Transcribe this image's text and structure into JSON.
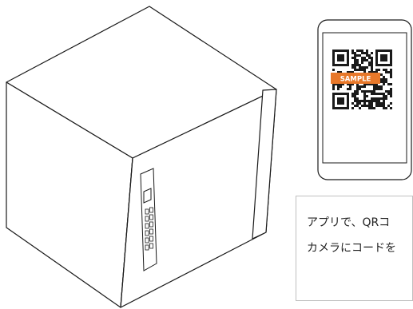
{
  "qr_overlay_label": "SAMPLE",
  "caption": {
    "line1": "アプリで、QRコ",
    "line2": "カメラにコードを"
  },
  "colors": {
    "stroke": "#1a1a1a",
    "sample_band": "#e8782a",
    "caption_border": "#bfbfbf"
  }
}
